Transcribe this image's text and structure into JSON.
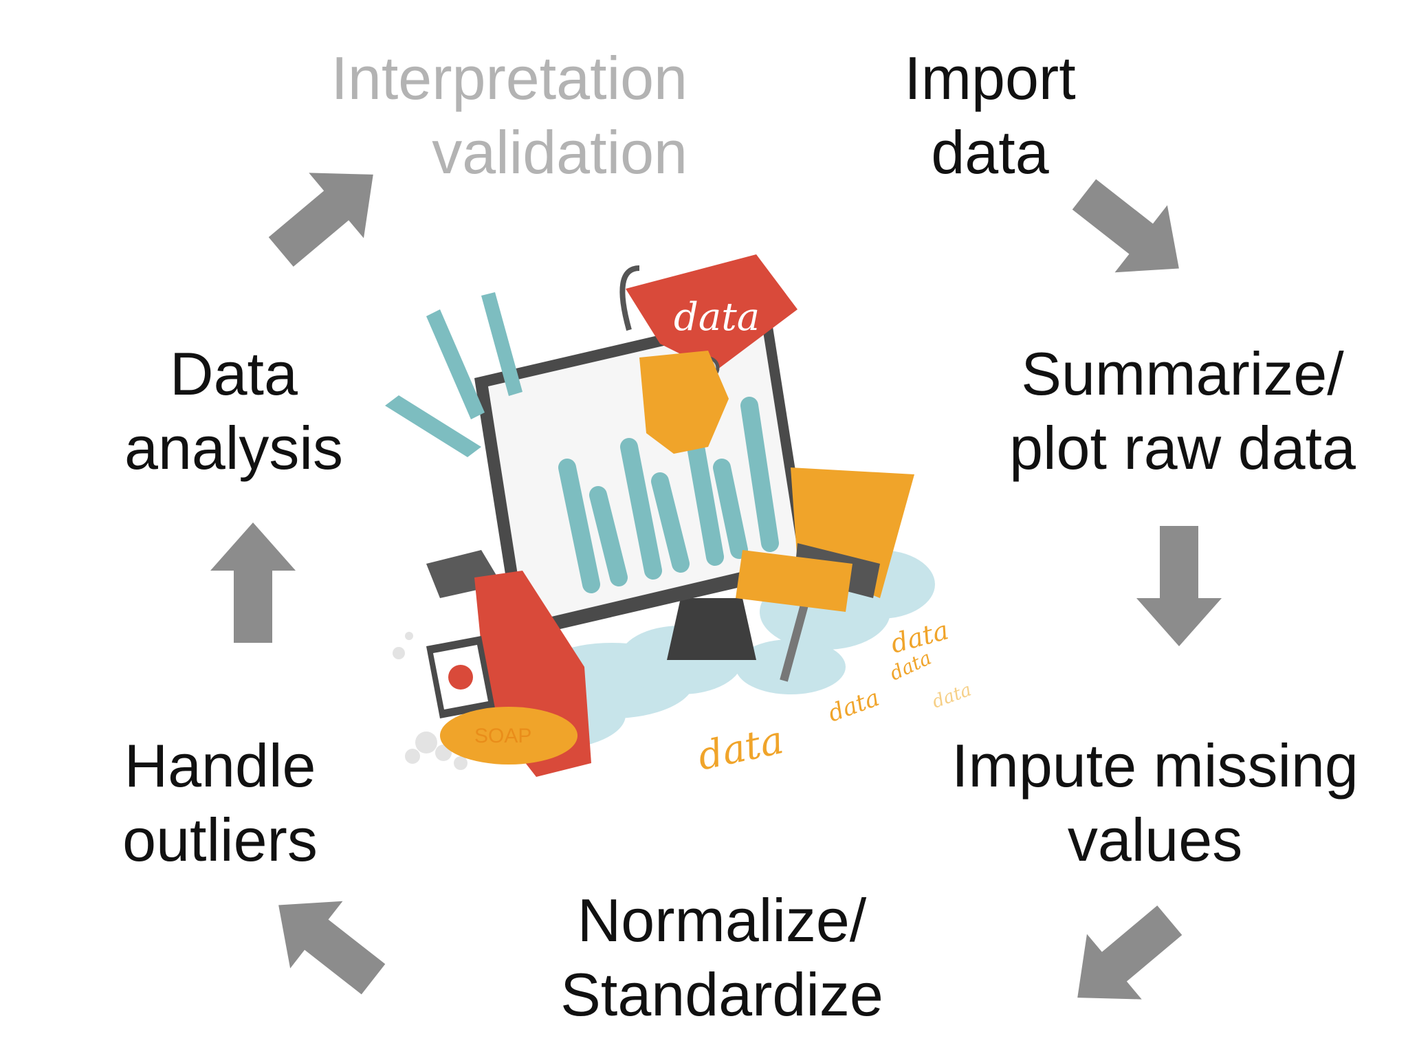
{
  "colors": {
    "text": "#111111",
    "faded_text": "#b3b3b3",
    "arrow": "#8c8c8c",
    "bucket": "#d94a3a",
    "teal": "#7dbdc0",
    "orange": "#f0a42a",
    "cloud": "#c7e4ea"
  },
  "steps": [
    {
      "id": "interpretation",
      "lines": [
        "Interpretation",
        "validation"
      ]
    },
    {
      "id": "import",
      "lines": [
        "Import",
        "data"
      ]
    },
    {
      "id": "summarize",
      "lines": [
        "Summarize/",
        "plot raw data"
      ]
    },
    {
      "id": "impute",
      "lines": [
        "Impute missing",
        "values"
      ]
    },
    {
      "id": "normalize",
      "lines": [
        "Normalize/",
        "Standardize"
      ]
    },
    {
      "id": "outliers",
      "lines": [
        "Handle",
        "outliers"
      ]
    },
    {
      "id": "analysis",
      "lines": [
        "Data",
        "analysis"
      ]
    }
  ],
  "illustration": {
    "icon": "data-cleaning-illustration-icon",
    "bucket_label": "data",
    "soap_label": "SOAP",
    "scattered_labels": [
      "data",
      "data",
      "data",
      "data",
      "data"
    ]
  }
}
